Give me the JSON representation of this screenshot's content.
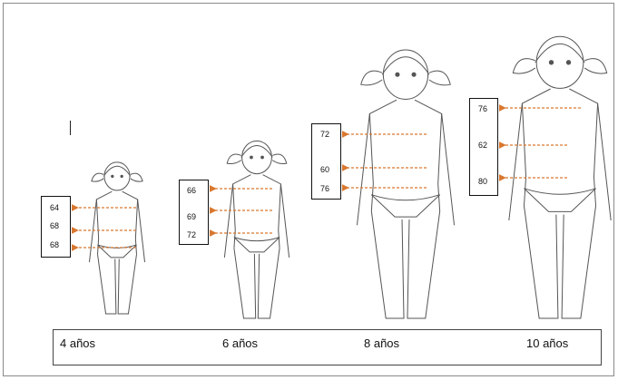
{
  "figure": {
    "children": [
      {
        "age_label": "4 años",
        "values": [
          "64",
          "68",
          "68"
        ]
      },
      {
        "age_label": "6 años",
        "values": [
          "66",
          "69",
          "72"
        ]
      },
      {
        "age_label": "8 años",
        "values": [
          "72",
          "60",
          "76"
        ]
      },
      {
        "age_label": "10 años",
        "values": [
          "76",
          "62",
          "80"
        ]
      }
    ],
    "arrow_color": "#d9772e",
    "line_color": "#555555"
  }
}
